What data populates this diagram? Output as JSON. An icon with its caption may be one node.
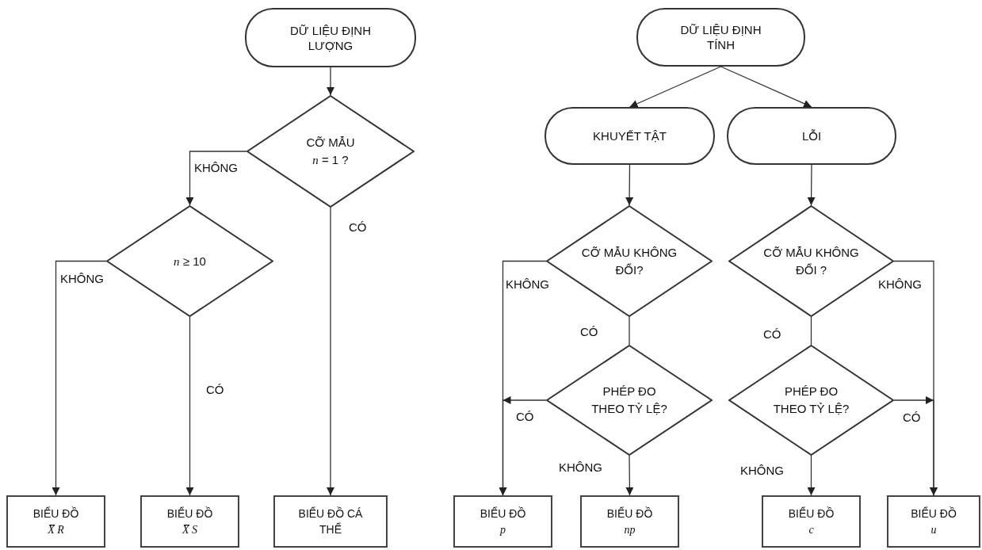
{
  "diagram": {
    "nodes": [
      {
        "text": [
          "DỮ LIỆU ĐỊNH LƯỢNG"
        ]
      },
      {
        "text": [
          "CỠ MẪU",
          "*n* = 1 ?"
        ]
      },
      {
        "text": [
          "*n* ≥ 10"
        ]
      },
      {
        "text": [
          "BIỂU ĐỒ",
          "*X̅ R*"
        ]
      },
      {
        "text": [
          "BIỂU ĐỒ",
          "*X̅ S*"
        ]
      },
      {
        "text": [
          "BIỂU ĐỒ CÁ THỂ"
        ]
      },
      {
        "text": [
          "DỮ LIỆU ĐỊNH TÍNH"
        ]
      },
      {
        "text": [
          "KHUYẾT TẬT"
        ]
      },
      {
        "text": [
          "LỖI"
        ]
      },
      {
        "text": [
          "CỠ MẪU KHÔNG ĐỔI?"
        ]
      },
      {
        "text": [
          "CỠ MẪU KHÔNG ĐỔI ?"
        ]
      },
      {
        "text": [
          "PHÉP ĐO THEO TỶ LỆ?"
        ]
      },
      {
        "text": [
          "PHÉP ĐO THEO TỶ LỆ?"
        ]
      },
      {
        "text": [
          "BIỂU ĐỒ",
          "*p*"
        ]
      },
      {
        "text": [
          "BIỂU ĐỒ",
          "*np*"
        ]
      },
      {
        "text": [
          "BIỂU ĐỒ",
          "*c*"
        ]
      },
      {
        "text": [
          "BIỂU ĐỒ",
          "*u*"
        ]
      }
    ],
    "edges": [
      {
        "from": 0,
        "to": 1,
        "arrow": "to"
      },
      {
        "from": 1,
        "to": 2,
        "arrow": "to",
        "label": "KHÔNG"
      },
      {
        "from": 1,
        "to": 5,
        "arrow": "to",
        "label": "CÓ"
      },
      {
        "from": 2,
        "to": 3,
        "arrow": "to",
        "label": "KHÔNG"
      },
      {
        "from": 2,
        "to": 4,
        "arrow": "to",
        "label": "CÓ"
      },
      {
        "from": 6,
        "to": 7,
        "arrow": "to"
      },
      {
        "from": 6,
        "to": 8,
        "arrow": "to"
      },
      {
        "from": 7,
        "to": 9,
        "arrow": "to"
      },
      {
        "from": 8,
        "to": 10,
        "arrow": "to"
      },
      {
        "from": 9,
        "to": 13,
        "arrow": "to",
        "label": "KHÔNG"
      },
      {
        "from": 9,
        "to": 11,
        "arrow": "none",
        "label": "CÓ"
      },
      {
        "from": 11,
        "to": 13,
        "arrow": "to",
        "label": "CÓ"
      },
      {
        "from": 11,
        "to": 14,
        "arrow": "to",
        "label": "KHÔNG"
      },
      {
        "from": 10,
        "to": 16,
        "arrow": "to",
        "label": "KHÔNG"
      },
      {
        "from": 10,
        "to": 12,
        "arrow": "none",
        "label": "CÓ"
      },
      {
        "from": 12,
        "to": 16,
        "arrow": "to",
        "label": "CÓ"
      },
      {
        "from": 12,
        "to": 15,
        "arrow": "to",
        "label": "KHÔNG"
      }
    ]
  }
}
